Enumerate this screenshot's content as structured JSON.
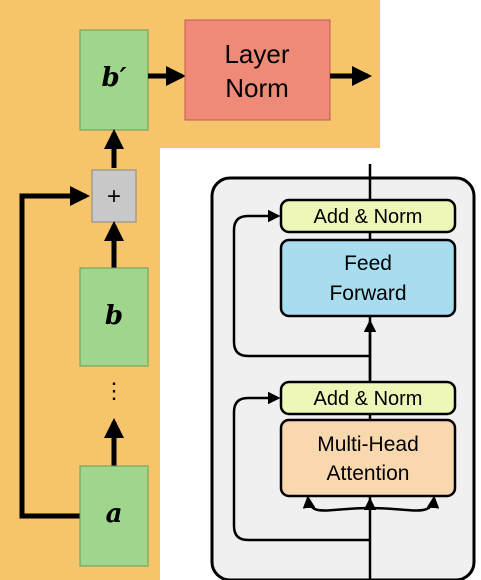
{
  "left_diagram": {
    "node_b_prime": "b′",
    "node_b": "b",
    "node_a": "a",
    "add_symbol": "+",
    "ellipsis": "⋮",
    "layer_norm_line1": "Layer",
    "layer_norm_line2": "Norm"
  },
  "right_diagram": {
    "add_norm_top": "Add & Norm",
    "feed_forward_line1": "Feed",
    "feed_forward_line2": "Forward",
    "add_norm_bottom": "Add & Norm",
    "attention_line1": "Multi-Head",
    "attention_line2": "Attention"
  },
  "colors": {
    "highlight_orange": "#f6c46a",
    "node_green": "#9fd68b",
    "layer_norm_red": "#f08a78",
    "add_norm_yellow": "#eef6b8",
    "feed_forward_blue": "#a8dcef",
    "attention_orange": "#f9d8b0",
    "sum_gray": "#c8c8c8"
  }
}
